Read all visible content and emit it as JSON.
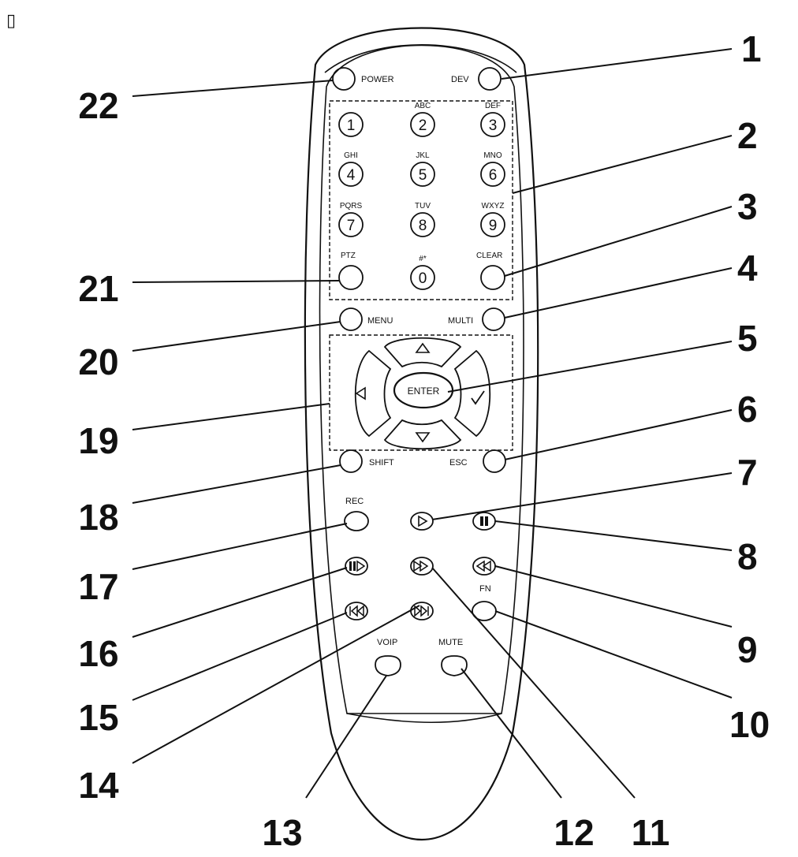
{
  "corner_glyph": "▯",
  "buttons": {
    "power": "POWER",
    "dev": "DEV",
    "menu": "MENU",
    "multi": "MULTI",
    "shift": "SHIFT",
    "esc": "ESC",
    "rec": "REC",
    "fn": "FN",
    "voip": "VOIP",
    "mute": "MUTE",
    "enter": "ENTER",
    "ptz": "PTZ",
    "clear": "CLEAR"
  },
  "keypad": [
    {
      "num": "1",
      "sub": ""
    },
    {
      "num": "2",
      "sub": "ABC"
    },
    {
      "num": "3",
      "sub": "DEF"
    },
    {
      "num": "4",
      "sub": "GHI"
    },
    {
      "num": "5",
      "sub": "JKL"
    },
    {
      "num": "6",
      "sub": "MNO"
    },
    {
      "num": "7",
      "sub": "PQRS"
    },
    {
      "num": "8",
      "sub": "TUV"
    },
    {
      "num": "9",
      "sub": "WXYZ"
    },
    {
      "num": "0",
      "sub": "#*"
    }
  ],
  "callouts": [
    "1",
    "2",
    "3",
    "4",
    "5",
    "6",
    "7",
    "8",
    "9",
    "10",
    "11",
    "12",
    "13",
    "14",
    "15",
    "16",
    "17",
    "18",
    "19",
    "20",
    "21",
    "22"
  ]
}
